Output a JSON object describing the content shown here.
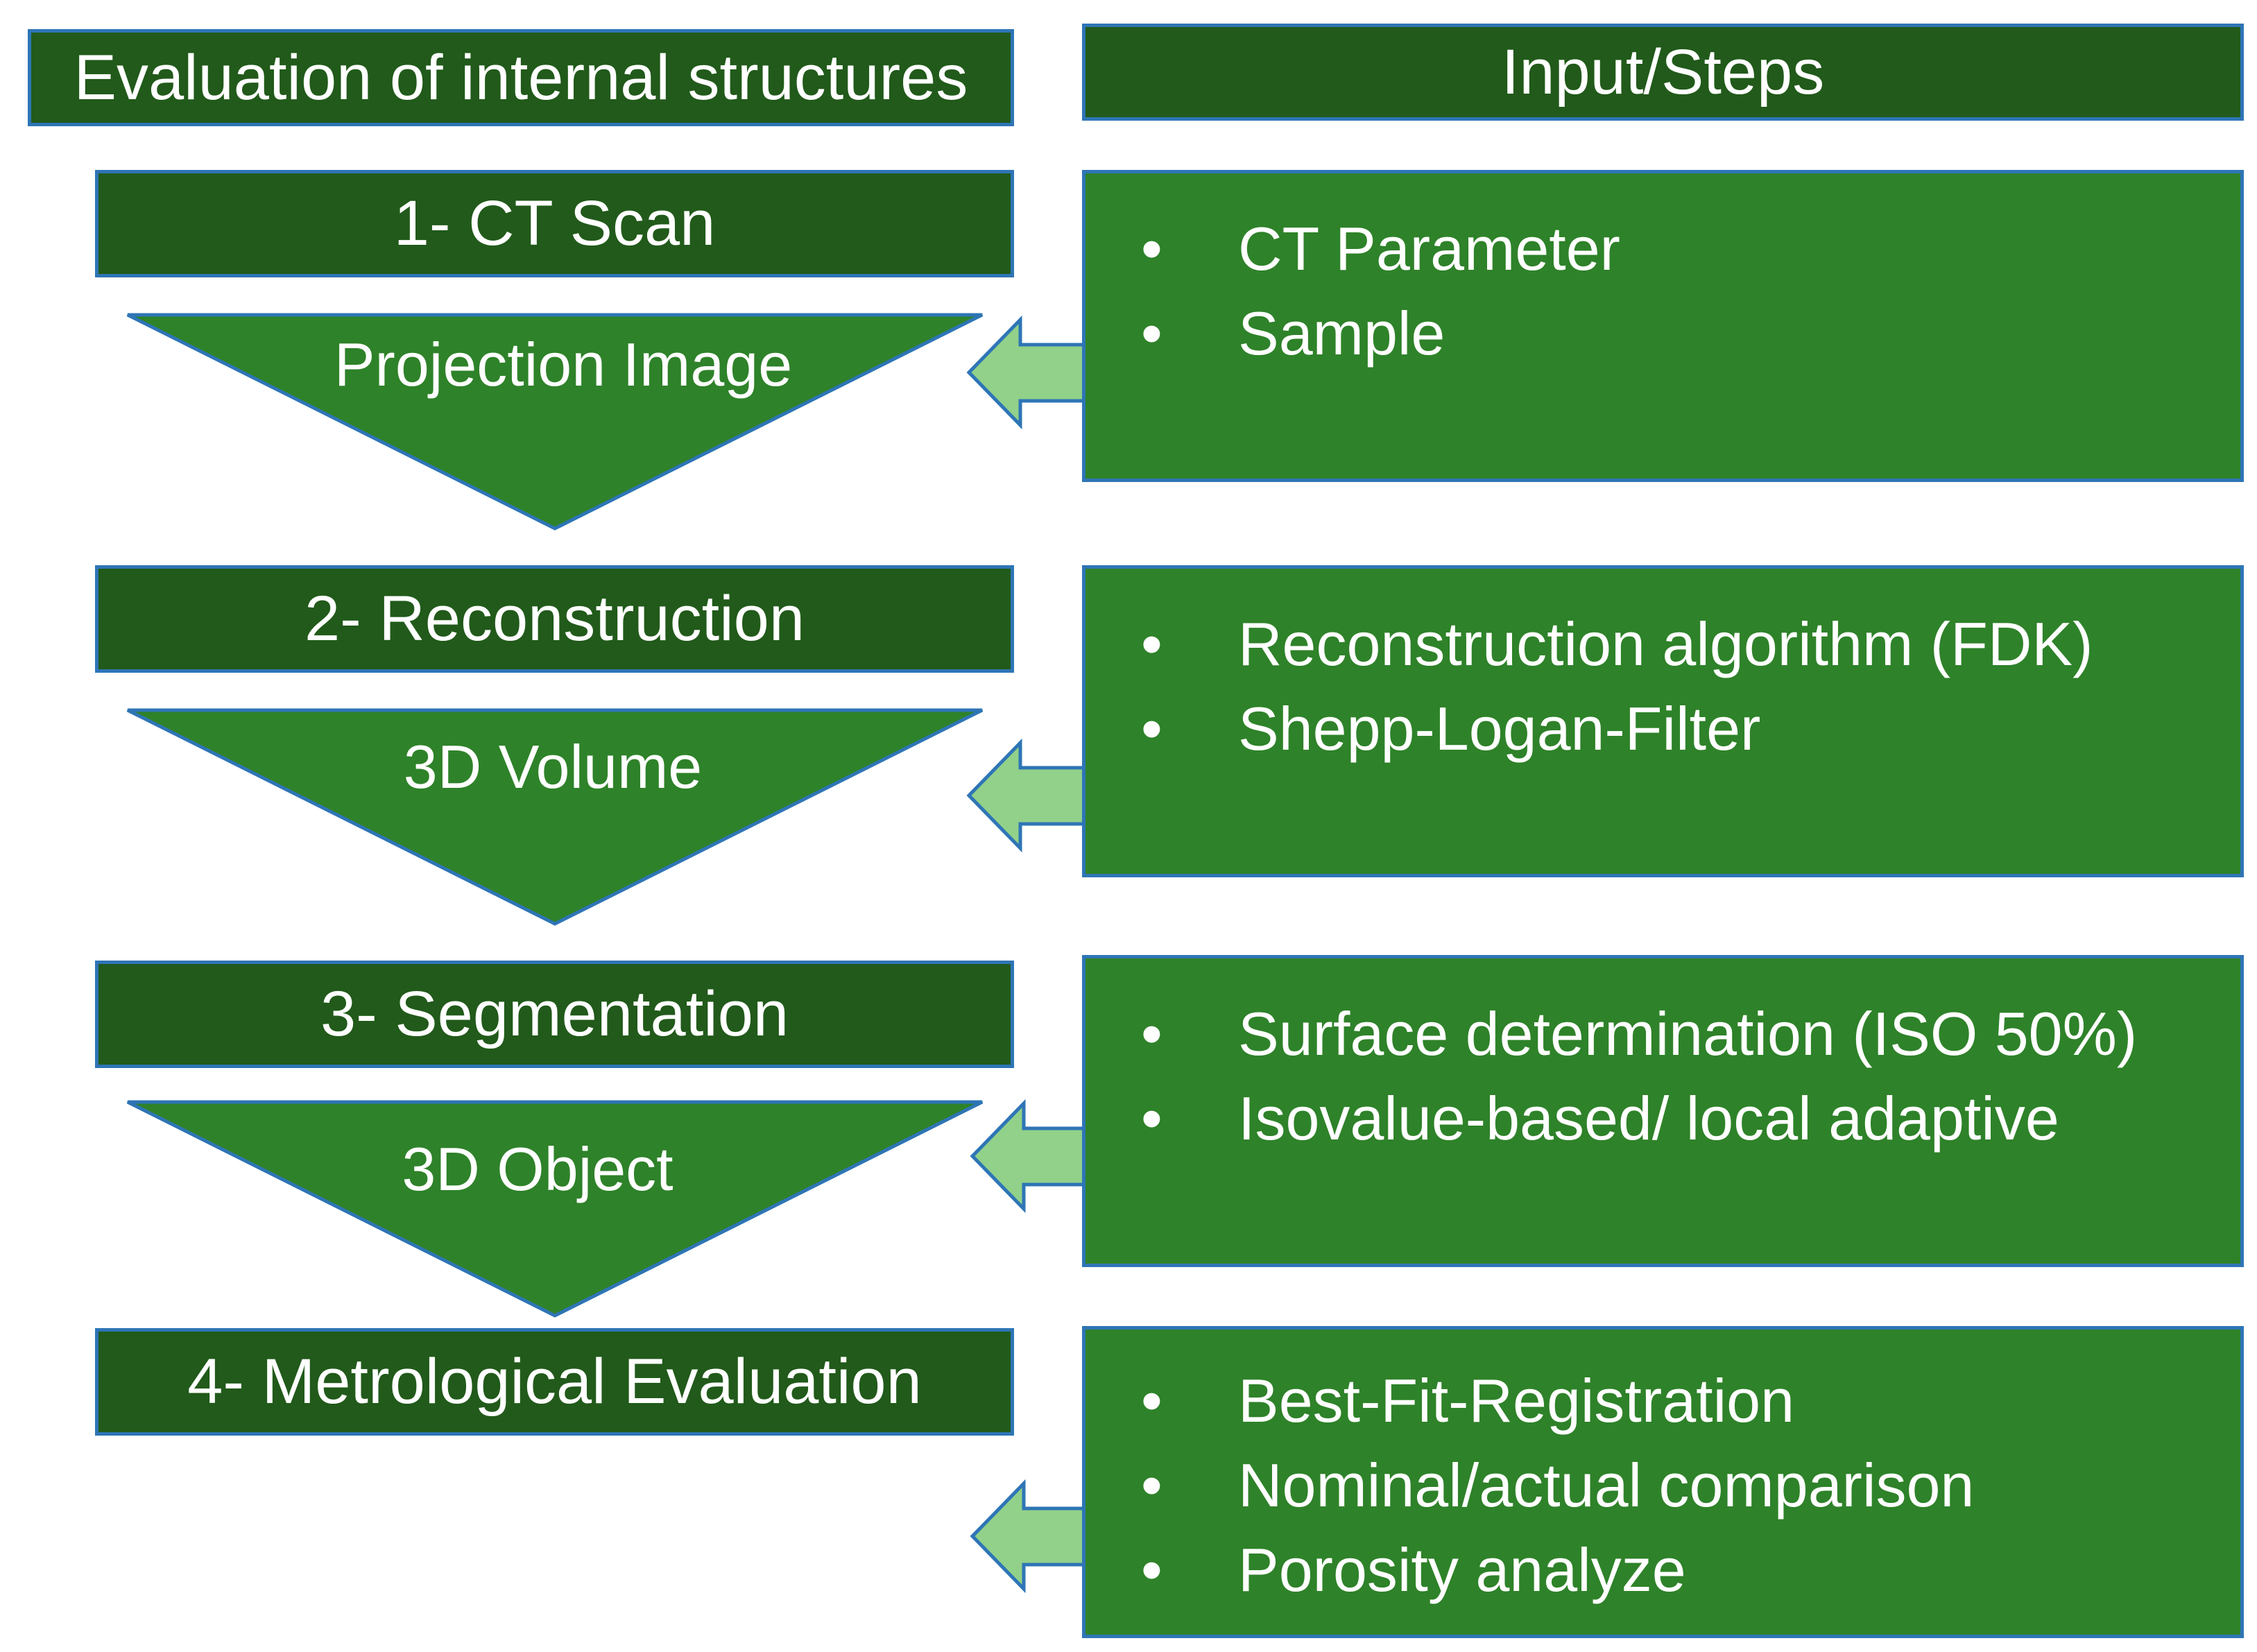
{
  "headers": {
    "left": "Evaluation of internal structures",
    "right": "Input/Steps"
  },
  "stages": [
    {
      "title": "1- CT Scan",
      "output": "Projection Image",
      "inputs": [
        "CT Parameter",
        "Sample"
      ]
    },
    {
      "title": "2- Reconstruction",
      "output": "3D Volume",
      "inputs": [
        "Reconstruction algorithm (FDK)",
        "Shepp-Logan-Filter"
      ]
    },
    {
      "title": "3- Segmentation",
      "output": "3D Object",
      "inputs": [
        "Surface determination (ISO 50%)",
        "Isovalue-based/ local adaptive"
      ]
    },
    {
      "title": "4- Metrological Evaluation",
      "inputs": [
        "Best-Fit-Registration",
        "Nominal/actual comparison",
        "Porosity analyze"
      ]
    }
  ],
  "colors": {
    "dark_green": "#215A1A",
    "mid_green": "#2E8229",
    "light_green": "#92D18A",
    "border_blue": "#2E75B6"
  }
}
